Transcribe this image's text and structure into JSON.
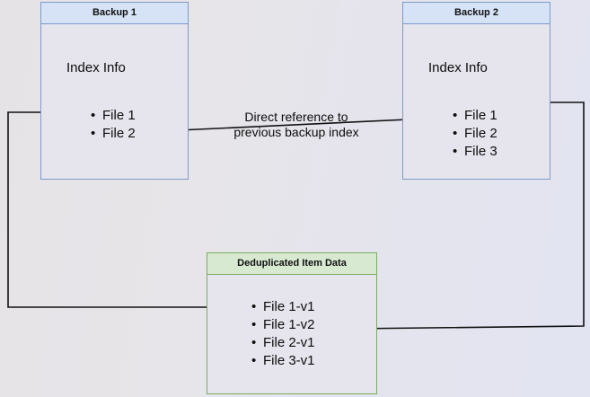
{
  "diagram": {
    "title": "Backup deduplication reference diagram",
    "background_gradient": [
      "#e6e3e6",
      "#e2e4f2"
    ],
    "colors": {
      "blue_border": "#7e9bc8",
      "blue_header_fill": "#d6e3f6",
      "green_border": "#7aac5d",
      "green_header_fill": "#d8e9d2",
      "body_fill": "#e6e4ec",
      "edge_stroke": "#121212",
      "text": "#0d0d0d"
    }
  },
  "backup1": {
    "title": "Backup 1",
    "section_label": "Index Info",
    "items": [
      "File 1",
      "File 2"
    ]
  },
  "backup2": {
    "title": "Backup 2",
    "section_label": "Index Info",
    "items": [
      "File 1",
      "File 2",
      "File 3"
    ]
  },
  "dedup": {
    "title": "Deduplicated Item Data",
    "items": [
      "File 1-v1",
      "File 1-v2",
      "File 2-v1",
      "File 3-v1"
    ]
  },
  "caption": {
    "text": "Direct reference to\nprevious backup index"
  },
  "edges": [
    {
      "name": "backup1-file1-to-dedup-file1v1",
      "from": "Backup 1 / File 1",
      "to": "Deduplicated Item Data / File 1-v1",
      "arrowhead": "target"
    },
    {
      "name": "backup2-file2-to-backup1-file2",
      "from": "Backup 2 / File 2",
      "to": "Backup 1 / File 2",
      "arrowhead": "target"
    },
    {
      "name": "backup2-file1-to-dedup-file1v2",
      "from": "Backup 2 / File 1",
      "to": "Deduplicated Item Data / File 1-v2",
      "arrowhead": "target"
    }
  ]
}
